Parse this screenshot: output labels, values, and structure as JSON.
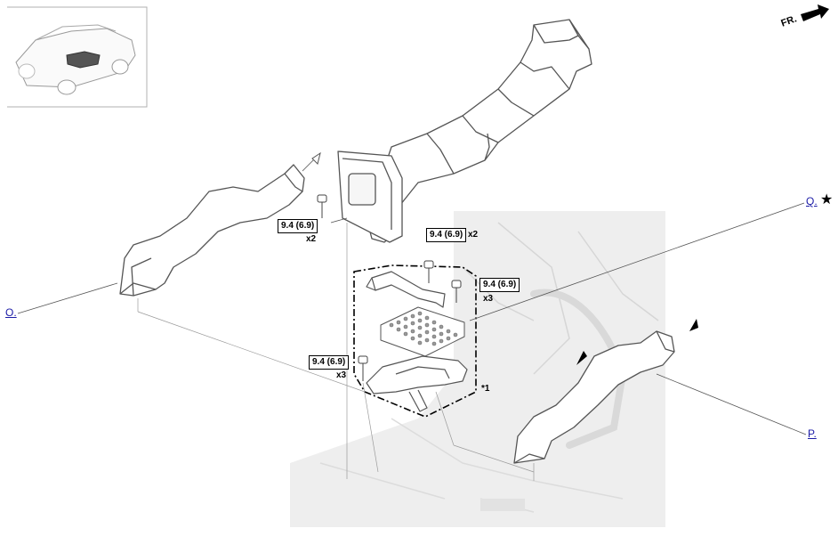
{
  "callouts": {
    "o": "O.",
    "p": "P.",
    "q": "Q."
  },
  "q_star": "★",
  "front_label": "FR.",
  "torque_specs": {
    "t1": "9.4 (6.9)",
    "t2": "9.4 (6.9)",
    "t3": "9.4 (6.9)",
    "t4": "9.4 (6.9)"
  },
  "quantities": {
    "q1": "x2",
    "q2": "x2",
    "q3": "x3",
    "q4": "x3"
  },
  "note_marker": "*1",
  "icons": {
    "front_arrow": "fr-arrow-icon",
    "thumbnail": "vehicle-thumbnail",
    "star": "star-icon"
  }
}
